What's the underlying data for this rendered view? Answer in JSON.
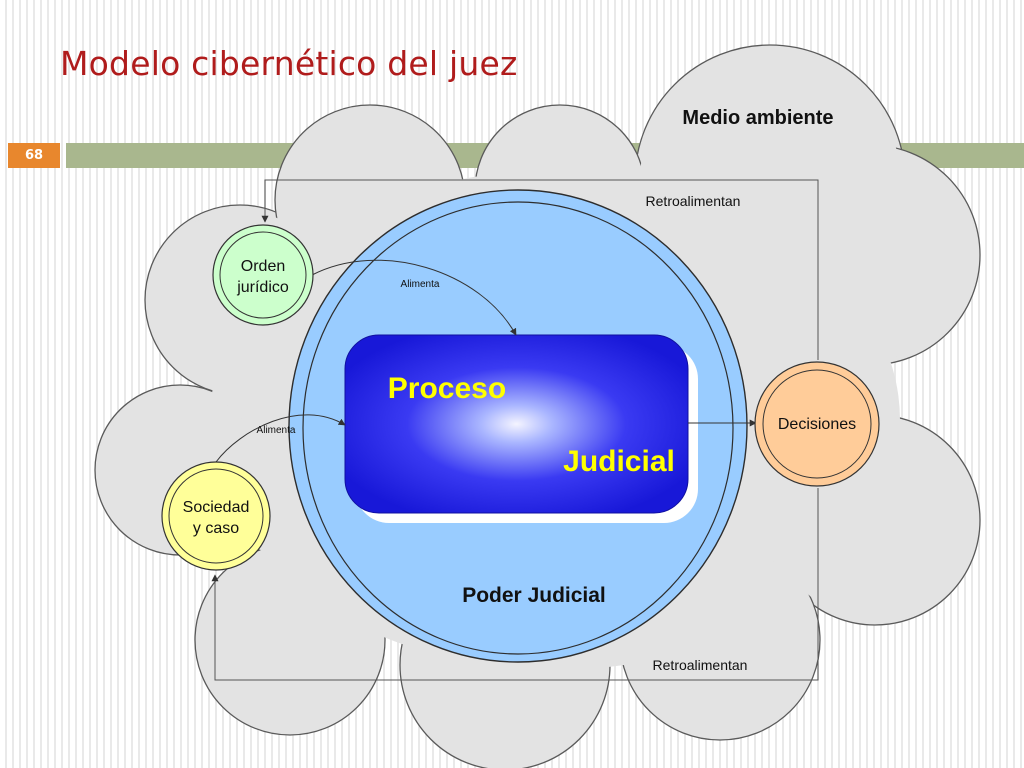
{
  "slide": {
    "title": "Modelo cibernético del juez",
    "page_number": "68"
  },
  "diagram": {
    "environment_label": "Medio ambiente",
    "inner_circle_label": "Poder Judicial",
    "process_box": {
      "line1": "Proceso",
      "line2": "Judicial"
    },
    "nodes": {
      "orden_juridico": {
        "line1": "Orden",
        "line2": "jurídico"
      },
      "sociedad_caso": {
        "line1": "Sociedad",
        "line2": "y caso"
      },
      "decisiones": {
        "label": "Decisiones"
      }
    },
    "arrows": {
      "alimenta_top": "Alimenta",
      "alimenta_left": "Alimenta",
      "retroalimentan_top": "Retroalimentan",
      "retroalimentan_bottom": "Retroalimentan"
    },
    "colors": {
      "title": "#b01c1c",
      "accent_orange": "#e8872d",
      "header_green": "#a9b78e",
      "cloud": "#e3e3e3",
      "poder_judicial": "#99ccff",
      "proceso_box": "#1a1adb",
      "proceso_text": "#ffff00",
      "orden_juridico": "#ccffcc",
      "sociedad_caso": "#ffff99",
      "decisiones": "#ffcc99"
    }
  }
}
